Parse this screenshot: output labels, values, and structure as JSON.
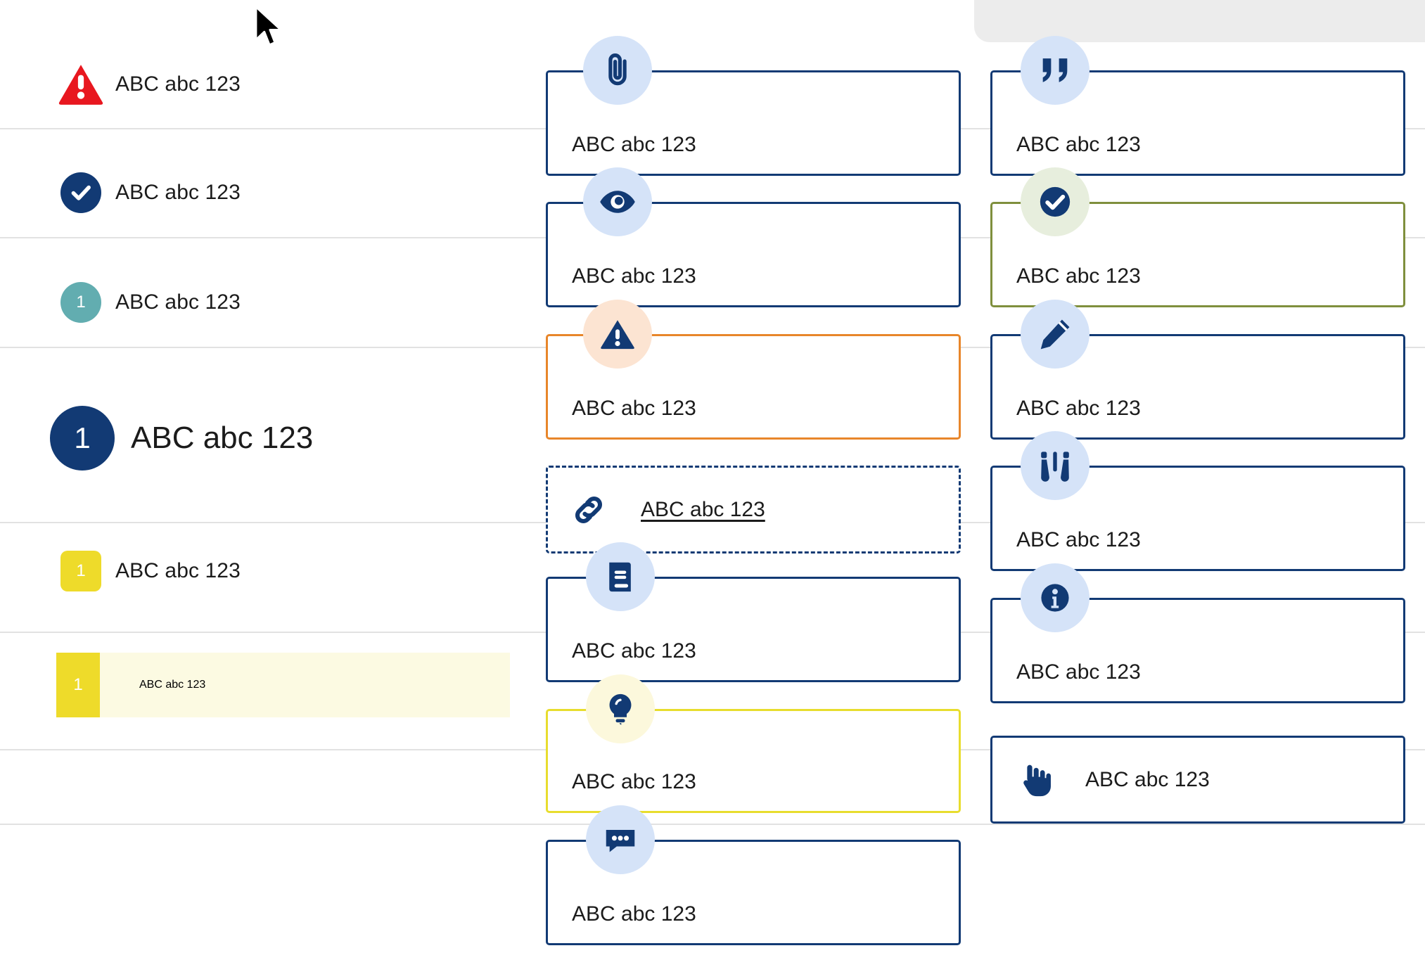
{
  "sample_text": "ABC abc 123",
  "colors": {
    "navy": "#123a74",
    "red": "#e8171f",
    "teal": "#62adb0",
    "yellow": "#eedb2a",
    "orange": "#e8862a",
    "olive": "#7f8f3d",
    "highlight_bg": "#fcfae2",
    "icon_circle_blue": "#d5e3f8",
    "icon_circle_peach": "#fce4d2",
    "icon_circle_mint": "#e7eedd",
    "icon_circle_cream": "#fcf8dc",
    "rule": "#e2e2e2"
  },
  "left_column": {
    "items": [
      {
        "icon": "warning-triangle-icon",
        "badge_value": "",
        "label": "ABC abc 123",
        "style": "red-triangle"
      },
      {
        "icon": "check-circle-icon",
        "badge_value": "",
        "label": "ABC abc 123",
        "style": "navy-circle"
      },
      {
        "icon": "number-badge",
        "badge_value": "1",
        "label": "ABC abc 123",
        "style": "teal-circle"
      },
      {
        "icon": "number-badge",
        "badge_value": "1",
        "label": "ABC abc 123",
        "style": "navy-circle-large"
      },
      {
        "icon": "number-badge",
        "badge_value": "1",
        "label": "ABC abc 123",
        "style": "yellow-square"
      },
      {
        "icon": "number-badge",
        "badge_value": "1",
        "label": "ABC abc 123",
        "style": "yellow-square-highlighted"
      }
    ]
  },
  "middle_column": {
    "cards": [
      {
        "icon": "paperclip-icon",
        "label": "ABC abc 123",
        "border": "navy"
      },
      {
        "icon": "eye-icon",
        "label": "ABC abc 123",
        "border": "navy"
      },
      {
        "icon": "warning-triangle-icon",
        "label": "ABC abc 123",
        "border": "orange"
      },
      {
        "icon": "link-icon",
        "label": "ABC abc 123",
        "border": "dashed-navy",
        "layout": "inline",
        "underlined": true
      },
      {
        "icon": "book-icon",
        "label": "ABC abc 123",
        "border": "navy"
      },
      {
        "icon": "lightbulb-icon",
        "label": "ABC abc 123",
        "border": "yellow"
      },
      {
        "icon": "comment-icon",
        "label": "ABC abc 123",
        "border": "navy"
      }
    ]
  },
  "right_column": {
    "cards": [
      {
        "icon": "quote-icon",
        "label": "ABC abc 123",
        "border": "navy"
      },
      {
        "icon": "check-circle-icon",
        "label": "ABC abc 123",
        "border": "olive"
      },
      {
        "icon": "pencil-icon",
        "label": "ABC abc 123",
        "border": "navy"
      },
      {
        "icon": "binoculars-icon",
        "label": "ABC abc 123",
        "border": "navy"
      },
      {
        "icon": "info-icon",
        "label": "ABC abc 123",
        "border": "navy"
      },
      {
        "icon": "hand-pointer-icon",
        "label": "ABC abc 123",
        "border": "navy",
        "layout": "inline"
      }
    ]
  }
}
